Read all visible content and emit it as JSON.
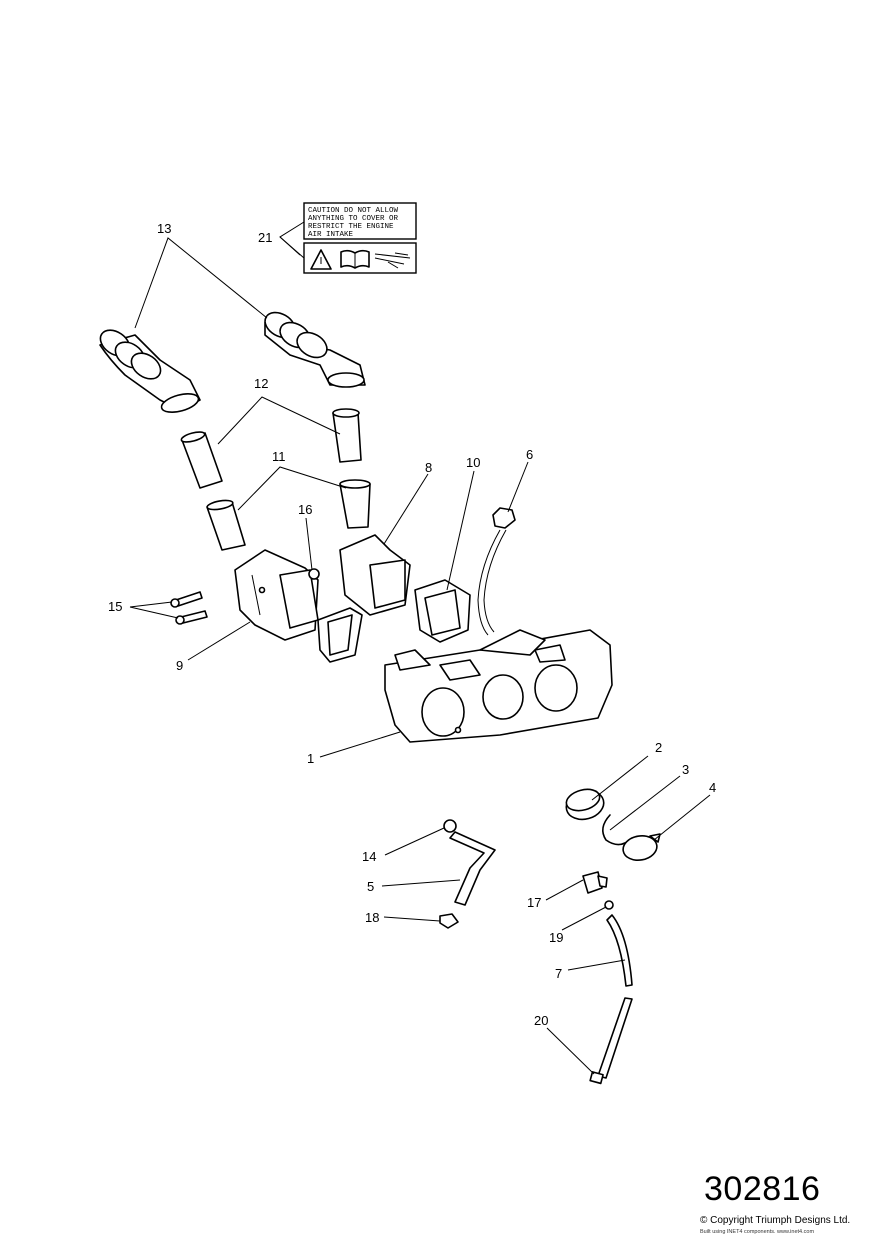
{
  "drawing": {
    "number": "302816",
    "copyright": "© Copyright Triumph Designs Ltd.",
    "built_using": "Built using INET4 components. www.inet4.com"
  },
  "warning_label": {
    "lines": [
      "CAUTION DO NOT ALLOW",
      "ANYTHING TO COVER OR",
      "RESTRICT THE ENGINE",
      "AIR INTAKE"
    ],
    "icons": [
      "warning-triangle-icon",
      "manual-book-icon",
      "no-obstruction-icon"
    ]
  },
  "callouts": [
    "1",
    "2",
    "3",
    "4",
    "5",
    "6",
    "7",
    "8",
    "9",
    "10",
    "11",
    "12",
    "13",
    "14",
    "15",
    "16",
    "17",
    "18",
    "19",
    "20",
    "21"
  ]
}
